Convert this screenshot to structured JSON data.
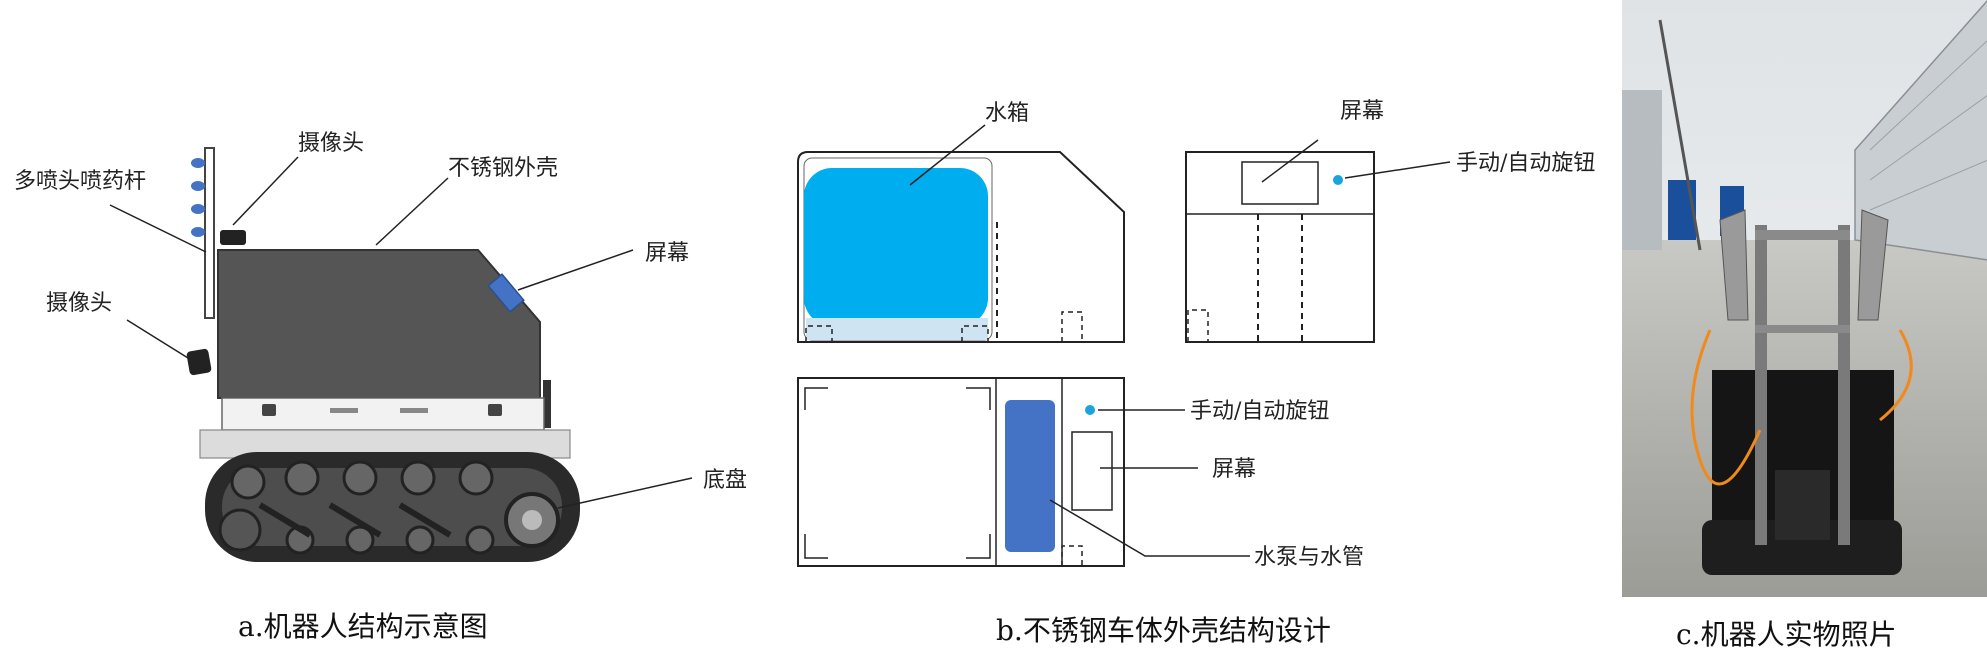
{
  "panel_a": {
    "caption": "a.机器人结构示意图",
    "labels": {
      "camera_top": "摄像头",
      "spray_boom": "多喷头喷药杆",
      "shell": "不锈钢外壳",
      "screen": "屏幕",
      "camera_side": "摄像头",
      "chassis": "底盘"
    }
  },
  "panel_b": {
    "caption": "b.不锈钢车体外壳结构设计",
    "labels": {
      "water_tank": "水箱",
      "screen_top": "屏幕",
      "knob_top": "手动/自动旋钮",
      "knob_bottom": "手动/自动旋钮",
      "screen_bottom": "屏幕",
      "pump": "水泵与水管"
    },
    "colors": {
      "tank": "#00AEEF",
      "pump": "#4472C4",
      "knob_dot": "#1BA3DD"
    }
  },
  "panel_c": {
    "caption": "c.机器人实物照片"
  },
  "colors": {
    "shell": "#555555",
    "nozzle": "#4472C4",
    "screen_a": "#4472C4"
  }
}
